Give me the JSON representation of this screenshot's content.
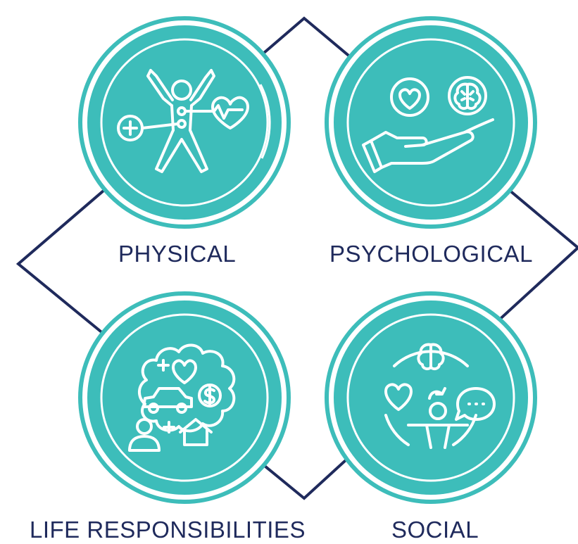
{
  "colors": {
    "teal": "#3dbdba",
    "navy": "#1f2a5c",
    "icon_line": "#ffffff",
    "label_text": "#1f2a5c"
  },
  "quadrants": [
    {
      "label": "PHYSICAL",
      "icon": "body-with-plus-and-heartbeat-icon"
    },
    {
      "label": "PSYCHOLOGICAL",
      "icon": "hand-holding-heart-and-brain-icon"
    },
    {
      "label": "LIFE RESPONSIBILITIES",
      "icon": "thought-cloud-with-car-money-home-icon"
    },
    {
      "label": "SOCIAL",
      "icon": "person-with-heart-brain-chat-icon"
    }
  ]
}
